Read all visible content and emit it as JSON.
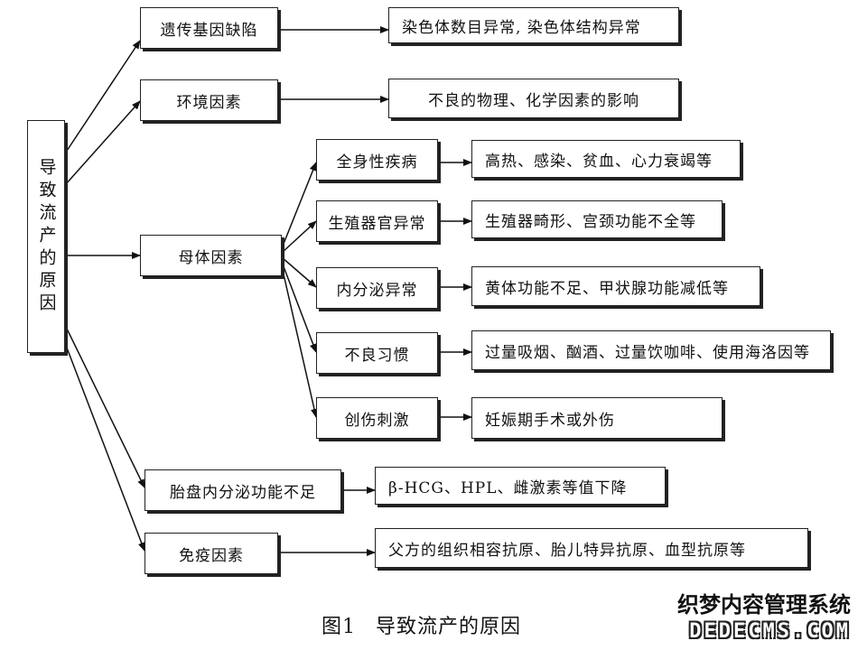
{
  "root": {
    "label": "导致流产的原因"
  },
  "genetic": {
    "label": "遗传基因缺陷",
    "detail": "染色体数目异常, 染色体结构异常"
  },
  "environment": {
    "label": "环境因素",
    "detail": "不良的物理、化学因素的影响"
  },
  "maternal": {
    "label": "母体因素",
    "items": [
      {
        "label": "全身性疾病",
        "detail": "高热、感染、贫血、心力衰竭等"
      },
      {
        "label": "生殖器官异常",
        "detail": "生殖器畸形、宫颈功能不全等"
      },
      {
        "label": "内分泌异常",
        "detail": "黄体功能不足、甲状腺功能减低等"
      },
      {
        "label": "不良习惯",
        "detail": "过量吸烟、酗酒、过量饮咖啡、使用海洛因等"
      },
      {
        "label": "创伤刺激",
        "detail": "妊娠期手术或外伤"
      }
    ]
  },
  "placenta": {
    "label": "胎盘内分泌功能不足",
    "detail": "β-HCG、HPL、雌激素等值下降"
  },
  "immune": {
    "label": "免疫因素",
    "detail": "父方的组织相容抗原、胎儿特异抗原、血型抗原等"
  },
  "caption": {
    "number": "图1",
    "title": "导致流产的原因"
  },
  "watermark": {
    "cn": "织梦内容管理系统",
    "en": "DEDECMS.COM"
  }
}
